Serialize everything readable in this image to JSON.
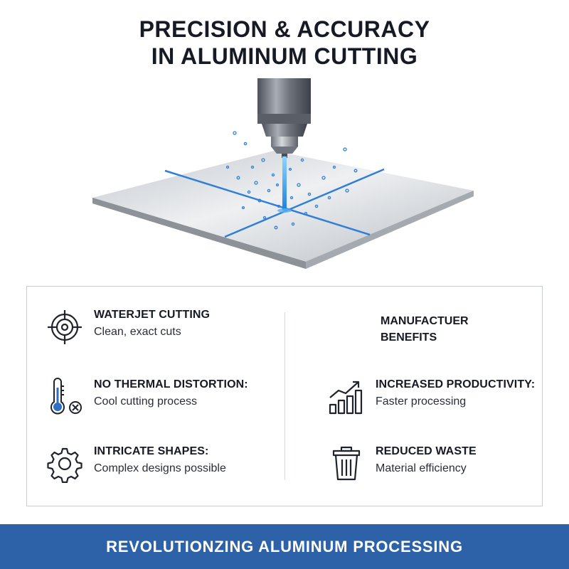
{
  "header": {
    "title_line1": "PRECISION & ACCURACY",
    "title_line2": "IN ALUMINUM CUTTING"
  },
  "benefits_column": {
    "heading_line1": "MANUFACTUER",
    "heading_line2": "BENEFITS"
  },
  "features_left": [
    {
      "icon": "target-icon",
      "title": "WATERJET CUTTING",
      "desc": "Clean, exact cuts"
    },
    {
      "icon": "thermometer-x-icon",
      "title": "NO THERMAL DISTORTION:",
      "desc": "Cool cutting process"
    },
    {
      "icon": "gear-icon",
      "title": "INTRICATE SHAPES:",
      "desc": "Complex designs possible"
    }
  ],
  "features_right": [
    {
      "icon": "growth-chart-icon",
      "title": "INCREASED PRODUCTIVITY:",
      "desc": "Faster processing"
    },
    {
      "icon": "trash-bin-icon",
      "title": "REDUCED WASTE",
      "desc": "Material efficiency"
    }
  ],
  "footer": {
    "banner": "REVOLUTIONZING ALUMINUM PROCESSING"
  },
  "colors": {
    "accent_blue": "#2d62a8",
    "cut_line": "#2f7fd6",
    "icon_stroke": "#1f232c",
    "thermo_blue": "#2e6fc4"
  }
}
